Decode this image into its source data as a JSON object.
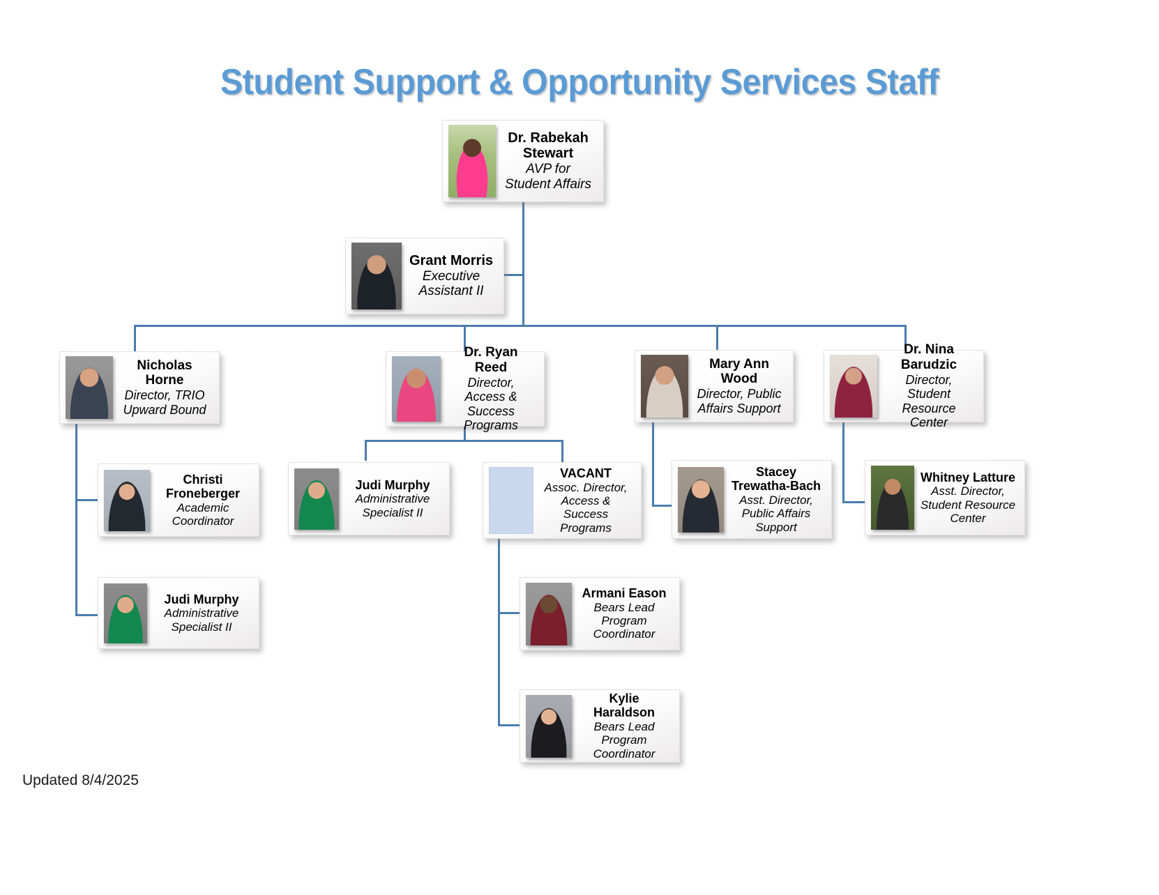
{
  "title": "Student Support & Opportunity Services Staff",
  "footer": {
    "updated": "Updated 8/4/2025"
  },
  "colors": {
    "title": "#5B9BD5",
    "connector": "#4A7CAC",
    "card_border": "#E2E2E2",
    "vacant_placeholder": "#C9D8EC"
  },
  "nodes": {
    "avp": {
      "name": "Dr. Rabekah Stewart",
      "name_lines": [
        "Dr. Rabekah",
        "Stewart"
      ],
      "title": "AVP for Student Affairs",
      "photo_alt": "portrait-rabekah-stewart"
    },
    "exec_assistant": {
      "name": "Grant Morris",
      "name_lines": [
        "Grant Morris"
      ],
      "title": "Executive Assistant II",
      "photo_alt": "portrait-grant-morris"
    },
    "trio_director": {
      "name": "Nicholas Horne",
      "name_lines": [
        "Nicholas Horne"
      ],
      "title": "Director, TRIO Upward Bound",
      "photo_alt": "portrait-nicholas-horne"
    },
    "access_director": {
      "name": "Dr. Ryan Reed",
      "name_lines": [
        "Dr. Ryan Reed"
      ],
      "title": "Director, Access & Success Programs",
      "photo_alt": "portrait-ryan-reed"
    },
    "public_affairs_director": {
      "name": "Mary Ann Wood",
      "name_lines": [
        "Mary Ann Wood"
      ],
      "title": "Director, Public Affairs Support",
      "photo_alt": "portrait-mary-ann-wood"
    },
    "src_director": {
      "name": "Dr. Nina Barudzic",
      "name_lines": [
        "Dr. Nina",
        "Barudzic"
      ],
      "title": "Director, Student Resource Center",
      "photo_alt": "portrait-nina-barudzic"
    },
    "academic_coordinator": {
      "name": "Christi Froneberger",
      "name_lines": [
        "Christi",
        "Froneberger"
      ],
      "title": "Academic Coordinator",
      "photo_alt": "portrait-christi-froneberger"
    },
    "admin_specialist_trio": {
      "name": "Judi Murphy",
      "name_lines": [
        "Judi Murphy"
      ],
      "title": "Administrative Specialist II",
      "photo_alt": "portrait-judi-murphy"
    },
    "admin_specialist_access": {
      "name": "Judi Murphy",
      "name_lines": [
        "Judi Murphy"
      ],
      "title": "Administrative Specialist II",
      "photo_alt": "portrait-judi-murphy"
    },
    "assoc_director_vacant": {
      "name": "VACANT",
      "name_lines": [
        "VACANT"
      ],
      "title": "Assoc. Director, Access & Success Programs",
      "photo_alt": "vacant-placeholder"
    },
    "public_affairs_asst": {
      "name": "Stacey Trewatha-Bach",
      "name_lines": [
        "Stacey",
        "Trewatha-Bach"
      ],
      "title": "Asst. Director, Public Affairs Support",
      "photo_alt": "portrait-stacey-trewatha-bach"
    },
    "src_asst": {
      "name": "Whitney Latture",
      "name_lines": [
        "Whitney Latture"
      ],
      "title": "Asst. Director, Student Resource Center",
      "photo_alt": "portrait-whitney-latture"
    },
    "bears_lead_1": {
      "name": "Armani Eason",
      "name_lines": [
        "Armani Eason"
      ],
      "title": "Bears Lead Program Coordinator",
      "photo_alt": "portrait-armani-eason"
    },
    "bears_lead_2": {
      "name": "Kylie Haraldson",
      "name_lines": [
        "Kylie Haraldson"
      ],
      "title": "Bears Lead Program Coordinator",
      "photo_alt": "portrait-kylie-haraldson"
    }
  },
  "relationships": [
    {
      "parent": "avp",
      "child": "exec_assistant"
    },
    {
      "parent": "avp",
      "child": "trio_director"
    },
    {
      "parent": "avp",
      "child": "access_director"
    },
    {
      "parent": "avp",
      "child": "public_affairs_director"
    },
    {
      "parent": "avp",
      "child": "src_director"
    },
    {
      "parent": "trio_director",
      "child": "academic_coordinator"
    },
    {
      "parent": "trio_director",
      "child": "admin_specialist_trio"
    },
    {
      "parent": "access_director",
      "child": "admin_specialist_access"
    },
    {
      "parent": "access_director",
      "child": "assoc_director_vacant"
    },
    {
      "parent": "public_affairs_director",
      "child": "public_affairs_asst"
    },
    {
      "parent": "src_director",
      "child": "src_asst"
    },
    {
      "parent": "assoc_director_vacant",
      "child": "bears_lead_1"
    },
    {
      "parent": "assoc_director_vacant",
      "child": "bears_lead_2"
    }
  ]
}
